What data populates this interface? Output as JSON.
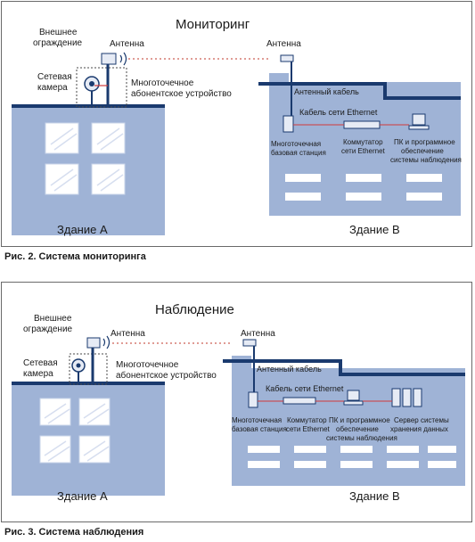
{
  "figures": [
    {
      "title": "Мониторинг",
      "caption": "Рис. 2. Система мониторинга",
      "labels": {
        "fence": [
          "Внешнее",
          "ограждение"
        ],
        "camera": [
          "Сетевая",
          "камера"
        ],
        "antenna_left": "Антенна",
        "cpe": [
          "Многоточечное",
          "абонентское устройство"
        ],
        "antenna_right": "Антенна",
        "antenna_cable": "Антенный кабель",
        "ethernet_cable": "Кабель сети Ethernet",
        "base_station": [
          "Многоточечная",
          "базовая станция"
        ],
        "switch": [
          "Коммутатор",
          "сети Ethernet"
        ],
        "pc": [
          "ПК и программное",
          "обеспечение",
          "системы наблюдения"
        ],
        "building_a": "Здание А",
        "building_b": "Здание В"
      }
    },
    {
      "title": "Наблюдение",
      "caption": "Рис. 3. Система наблюдения",
      "labels": {
        "fence": [
          "Внешнее",
          "ограждение"
        ],
        "camera": [
          "Сетевая",
          "камера"
        ],
        "antenna_left": "Антенна",
        "cpe": [
          "Многоточечное",
          "абонентское устройство"
        ],
        "antenna_right": "Антенна",
        "antenna_cable": "Антенный кабель",
        "ethernet_cable": "Кабель сети Ethernet",
        "base_station": [
          "Многоточечная",
          "базовая станция"
        ],
        "switch": [
          "Коммутатор",
          "сети Ethernet"
        ],
        "pc": [
          "ПК и программное",
          "обеспечение",
          "системы наблюдения"
        ],
        "server": [
          "Сервер системы",
          "хранения данных"
        ],
        "building_a": "Здание А",
        "building_b": "Здание В"
      }
    }
  ],
  "colors": {
    "building_fill": "#9fb3d6",
    "window_fill": "#ffffff",
    "cable_dark": "#1a3a6e",
    "ethernet_red": "#d23a3a",
    "wireless_dashed": "#c0392b"
  }
}
